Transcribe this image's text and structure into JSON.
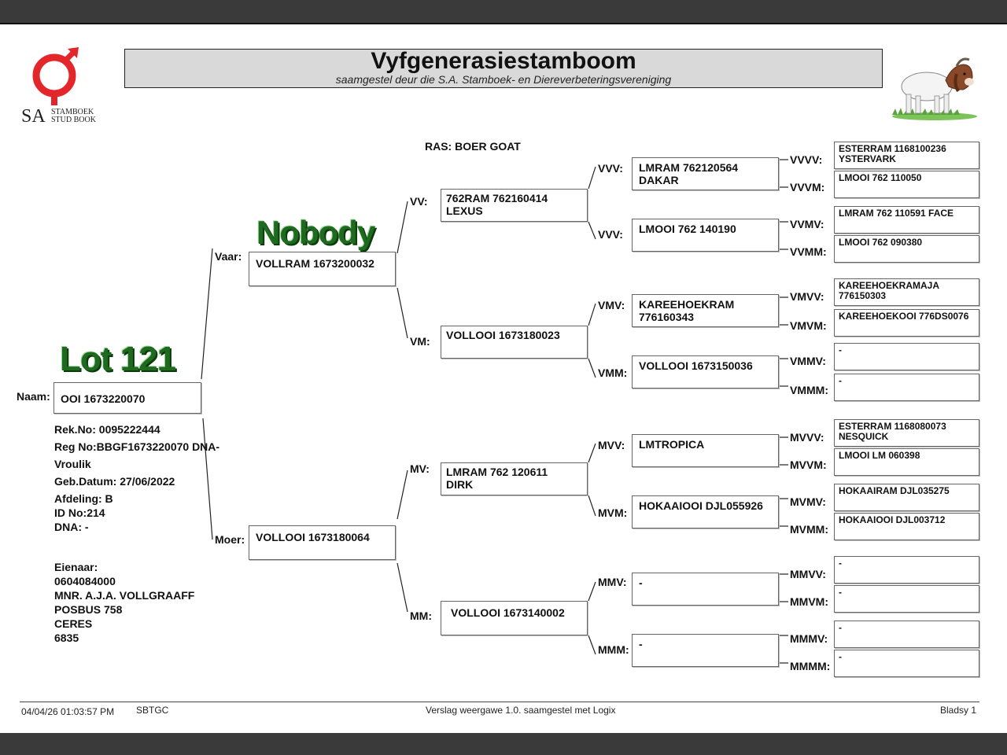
{
  "header": {
    "title": "Vyfgenerasiestamboom",
    "subtitle": "saamgestel deur die S.A. Stamboek- en Diereverbeteringsvereniging",
    "logo_sa": "SA",
    "logo_stamboek": "STAMBOEK",
    "logo_studbook": "STUD BOOK"
  },
  "ras": "RAS: BOER GOAT",
  "overlays": {
    "lot": "Lot 121",
    "nobody": "Nobody"
  },
  "animal": {
    "naam_label": "Naam:",
    "naam": "OOI 1673220070",
    "rek_no": "Rek.No: 0095222444",
    "reg_no": "Reg No:BBGF1673220070 DNA-",
    "vroulik": "Vroulik",
    "geb_datum": "Geb.Datum: 27/06/2022",
    "afdeling": "Afdeling: B",
    "id_no": "ID No:214",
    "dna": "DNA: -"
  },
  "owner": {
    "label": "Eienaar:",
    "number": "0604084000",
    "name": "MNR. A.J.A. VOLLGRAAFF",
    "address1": "POSBUS 758",
    "address2": "CERES",
    "code": "6835"
  },
  "pedigree": {
    "vaar": {
      "label": "Vaar:",
      "name": "VOLLRAM 1673200032"
    },
    "moer": {
      "label": "Moer:",
      "name": "VOLLOOI 1673180064"
    },
    "vv": {
      "label": "VV:",
      "line1": "762RAM 762160414",
      "line2": "LEXUS"
    },
    "vm": {
      "label": "VM:",
      "line1": "VOLLOOI 1673180023",
      "line2": ""
    },
    "mv": {
      "label": "MV:",
      "line1": "LMRAM 762 120611",
      "line2": "DIRK"
    },
    "mm": {
      "label": "MM:",
      "line1": "VOLLOOI 1673140002",
      "line2": ""
    },
    "vvv1": {
      "label": "VVV:",
      "line1": "LMRAM 762120564",
      "line2": "DAKAR"
    },
    "vvv2": {
      "label": "VVV:",
      "line1": "LMOOI 762 140190",
      "line2": ""
    },
    "vmv": {
      "label": "VMV:",
      "line1": "KAREEHOEKRAM",
      "line2": "776160343"
    },
    "vmm": {
      "label": "VMM:",
      "line1": "VOLLOOI 1673150036",
      "line2": ""
    },
    "mvv": {
      "label": "MVV:",
      "line1": "LMTROPICA",
      "line2": ""
    },
    "mvm": {
      "label": "MVM:",
      "line1": "HOKAAIOOI DJL055926",
      "line2": ""
    },
    "mmv": {
      "label": "MMV:",
      "line1": "-",
      "line2": ""
    },
    "mmm": {
      "label": "MMM:",
      "line1": "-",
      "line2": ""
    },
    "g5": [
      {
        "label": "VVVV:",
        "line1": "ESTERRAM 1168100236",
        "line2": "YSTERVARK"
      },
      {
        "label": "VVVM:",
        "line1": "LMOOI 762 110050",
        "line2": ""
      },
      {
        "label": "VVMV:",
        "line1": "LMRAM 762 110591 FACE",
        "line2": ""
      },
      {
        "label": "VVMM:",
        "line1": "LMOOI 762 090380",
        "line2": ""
      },
      {
        "label": "VMVV:",
        "line1": "KAREEHOEKRAMAJA",
        "line2": "776150303"
      },
      {
        "label": "VMVM:",
        "line1": "KAREEHOEKOOI 776DS0076",
        "line2": ""
      },
      {
        "label": "VMMV:",
        "line1": "-",
        "line2": ""
      },
      {
        "label": "VMMM:",
        "line1": "-",
        "line2": ""
      },
      {
        "label": "MVVV:",
        "line1": "ESTERRAM 1168080073",
        "line2": "NESQUICK"
      },
      {
        "label": "MVVM:",
        "line1": "LMOOI LM 060398",
        "line2": ""
      },
      {
        "label": "MVMV:",
        "line1": "HOKAAIRAM DJL035275",
        "line2": ""
      },
      {
        "label": "MVMM:",
        "line1": "HOKAAIOOI DJL003712",
        "line2": ""
      },
      {
        "label": "MMVV:",
        "line1": "-",
        "line2": ""
      },
      {
        "label": "MMVM:",
        "line1": "-",
        "line2": ""
      },
      {
        "label": "MMMV:",
        "line1": "-",
        "line2": ""
      },
      {
        "label": "MMMM:",
        "line1": "-",
        "line2": ""
      }
    ]
  },
  "footer": {
    "datetime": "04/04/26 01:03:57 PM",
    "code": "SBTGC",
    "report": "Verslag weergawe 1.0. saamgestel met Logix",
    "page": "Bladsy 1"
  },
  "colors": {
    "logo_red": "#e3262a",
    "title_bg": "#d9d9d9",
    "overlay_green": "#1e6a1e"
  }
}
